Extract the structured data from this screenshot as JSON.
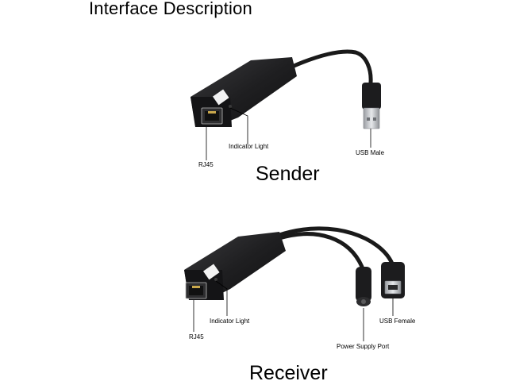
{
  "title": "Interface Description",
  "sender": {
    "caption": "Sender",
    "labels": {
      "indicator": "Indicator Light",
      "rj45": "RJ45",
      "usb_male": "USB Male"
    }
  },
  "receiver": {
    "caption": "Receiver",
    "labels": {
      "indicator": "Indicator Light",
      "rj45": "RJ45",
      "power": "Power Supply Port",
      "usb_female": "USB Female"
    }
  },
  "colors": {
    "device_body": "#1d1d1f",
    "device_highlight": "#3a3a3d",
    "cable": "#1a1a1a",
    "usb_metal": "#cfd2d6",
    "label_sticker": "#ffffff",
    "leader_line": "#000000"
  }
}
